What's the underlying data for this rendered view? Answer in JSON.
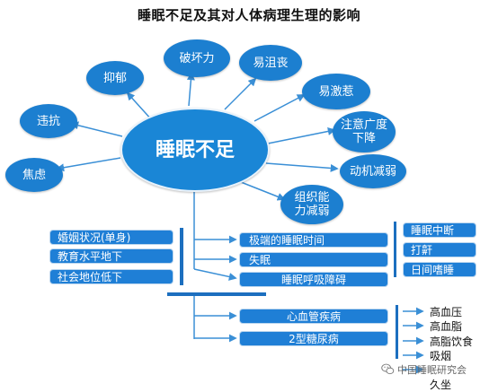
{
  "title": "睡眠不足及其对人体病理生理的影响",
  "center_node": "睡眠不足",
  "bubbles": {
    "yiyu": "抑郁",
    "pohuaili": "破坏力",
    "yijusang": "易沮丧",
    "yijire": "易激惹",
    "weikang": "违抗",
    "zhuyili": "注意广度下降",
    "jiaolv": "焦虑",
    "dongji": "动机减弱",
    "zuzhi": "组织能力减弱"
  },
  "factors": [
    "婚姻状况(单身)",
    "教育水平地下",
    "社会地位低下"
  ],
  "outcomes_a": [
    "极端的睡眠时间",
    "失眠",
    "睡眠呼吸障碍"
  ],
  "sleep_disorders": [
    "睡眠中断",
    "打鼾",
    "日间嗜睡"
  ],
  "outcomes_b": [
    "心血管疾病",
    "2型糖尿病"
  ],
  "risk_factors": [
    "高血压",
    "高血脂",
    "高脂饮食",
    "吸烟",
    "久坐"
  ],
  "watermark": "中国睡眠研究会",
  "colors": {
    "node_blue": "#1c7fd0",
    "line_blue": "#1c6fbf"
  },
  "icons": {
    "watermark": "wechat-icon"
  }
}
